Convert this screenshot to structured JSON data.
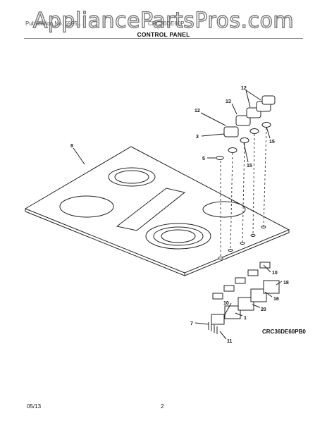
{
  "watermark": "AppliancePartsPros.com",
  "header": {
    "left_text": "Publication No. 5995…",
    "right_text": "CRC36DE60P…",
    "title": "CONTROL PANEL"
  },
  "callouts": {
    "c8": "8",
    "c3": "3",
    "c5": "5",
    "c12a": "12",
    "c12b": "12",
    "c13": "13",
    "c15a": "15",
    "c15b": "15",
    "c10a": "10",
    "c10b": "10",
    "c18": "18",
    "c16": "16",
    "c20": "20",
    "c1": "1",
    "c7": "7",
    "c11": "11"
  },
  "model_code": "CRC36DE60PB0",
  "footer": {
    "date": "05/13",
    "page": "2"
  }
}
